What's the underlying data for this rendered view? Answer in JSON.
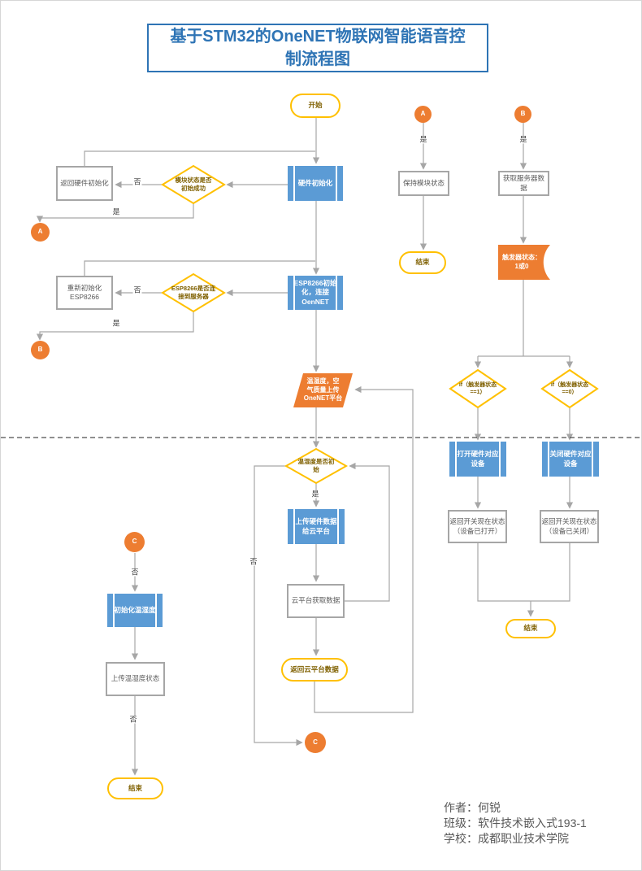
{
  "page": {
    "title": "基于STM32的OneNET物联网智能语音控\n制流程图"
  },
  "labels": {
    "yes": "是",
    "no": "否"
  },
  "nodes": {
    "start": "开始",
    "hw_init": "硬件初始化",
    "mod_check": "模块状态是否\n初始成功",
    "ret_hw_init": "返回硬件初始化",
    "conn_a": "A",
    "esp_init": "ESP8266初始\n化，连接\nOenNET",
    "esp_check": "ESP8266是否连\n接到服务器",
    "reinit_esp": "重新初始化\nESP8266",
    "conn_b": "B",
    "upload_onenet": "温湿度，空\n气质量上传\nOneNET平台",
    "keep_state": "保持模块状态",
    "end_a": "结束",
    "get_server": "获取服务器数据",
    "trigger_state": "触发器状态：\n1或0",
    "if_one": "if（触发器状态\n==1）",
    "if_zero": "if（触发器状态\n==0）",
    "open_dev": "打开硬件对应\n设备",
    "close_dev": "关闭硬件对应\n设备",
    "ret_open": "返回开关现在状态\n（设备已打开）",
    "ret_close": "返回开关现在状态\n（设备已关闭）",
    "end_b": "结束",
    "th_check": "温湿度是否初\n始",
    "upload_cloud": "上传硬件数据\n给云平台",
    "cloud_get": "云平台获取数据",
    "ret_cloud": "返回云平台数据",
    "conn_c": "C",
    "init_th": "初始化温湿度",
    "upload_th": "上传温湿度状态",
    "end_c": "结束"
  },
  "footer": {
    "author": "作者：何锐",
    "clazz": "班级：软件技术嵌入式193-1",
    "school": "学校：成都职业技术学院"
  },
  "colors": {
    "process_blue": "#5b9bd5",
    "accent_orange": "#ed7d31",
    "outline_gold": "#ffc000",
    "line_gray": "#a6a6a6",
    "title_blue": "#2e74b5"
  }
}
